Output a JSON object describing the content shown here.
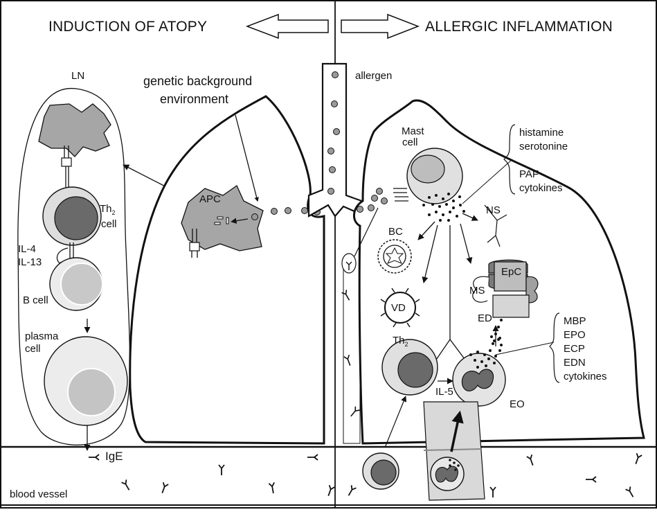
{
  "header": {
    "left_title": "INDUCTION OF ATOPY",
    "right_title": "ALLERGIC INFLAMMATION"
  },
  "left_panel": {
    "lymph_node_label": "LN",
    "th2_main": "Th",
    "th2_sub": "2",
    "th2_cell_word": "cell",
    "il4": "IL-4",
    "il13": "IL-13",
    "b_cell": "B cell",
    "plasma_line1": "plasma",
    "plasma_line2": "cell",
    "genetic_line1": "genetic background",
    "genetic_line2": "environment",
    "apc": "APC",
    "ige": "IgE"
  },
  "right_panel": {
    "allergen": "allergen",
    "mast_line1": "Mast",
    "mast_line2": "cell",
    "mediators": [
      "histamine",
      "serotonine",
      "PAF",
      "cytokines"
    ],
    "ns": "NS",
    "bc": "BC",
    "vd": "VD",
    "epc": "EpC",
    "ms": "MS",
    "ed": "ED",
    "th2_main": "Th",
    "th2_sub": "2",
    "il5": "IL-5",
    "eo": "EO",
    "eo_mediators": [
      "MBP",
      "EPO",
      "ECP",
      "EDN",
      "cytokines"
    ]
  },
  "footer": {
    "blood_vessel": "blood vessel"
  }
}
